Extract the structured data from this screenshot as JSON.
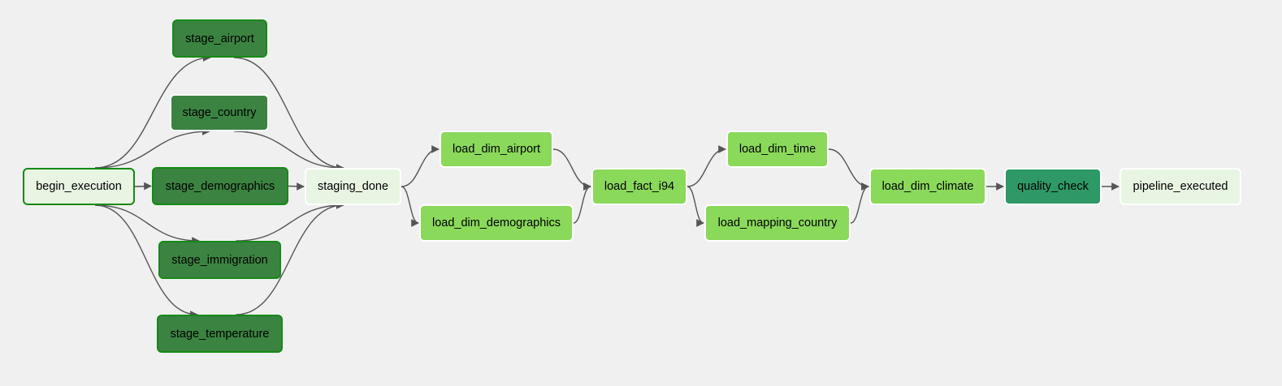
{
  "colors": {
    "background": "#f0f0f0",
    "edge": "#555555",
    "running_fill": "#e8f5e3",
    "success_fill": "#3b8341",
    "success_border": "#168a16",
    "queued_fill": "#8bd95b",
    "check_fill": "#2e9967",
    "running_border_white": "#ffffff"
  },
  "nodes": {
    "begin_execution": {
      "label": "begin_execution",
      "fill": "#e8f5e3",
      "border": "#168a16",
      "border_width": 2
    },
    "stage_airport": {
      "label": "stage_airport",
      "fill": "#3b8341",
      "border": "#168a16",
      "border_width": 2
    },
    "stage_country": {
      "label": "stage_country",
      "fill": "#3b8341",
      "border": "#ffffff",
      "border_width": 2
    },
    "stage_demographics": {
      "label": "stage_demographics",
      "fill": "#3b8341",
      "border": "#168a16",
      "border_width": 2
    },
    "stage_immigration": {
      "label": "stage_immigration",
      "fill": "#3b8341",
      "border": "#168a16",
      "border_width": 2
    },
    "stage_temperature": {
      "label": "stage_temperature",
      "fill": "#3b8341",
      "border": "#168a16",
      "border_width": 2
    },
    "staging_done": {
      "label": "staging_done",
      "fill": "#e8f5e3",
      "border": "#ffffff",
      "border_width": 2
    },
    "load_dim_airport": {
      "label": "load_dim_airport",
      "fill": "#8bd95b",
      "border": "#ffffff",
      "border_width": 2
    },
    "load_dim_demographics": {
      "label": "load_dim_demographics",
      "fill": "#8bd95b",
      "border": "#ffffff",
      "border_width": 2
    },
    "load_fact_i94": {
      "label": "load_fact_i94",
      "fill": "#8bd95b",
      "border": "#ffffff",
      "border_width": 2
    },
    "load_dim_time": {
      "label": "load_dim_time",
      "fill": "#8bd95b",
      "border": "#ffffff",
      "border_width": 2
    },
    "load_mapping_country": {
      "label": "load_mapping_country",
      "fill": "#8bd95b",
      "border": "#ffffff",
      "border_width": 2
    },
    "load_dim_climate": {
      "label": "load_dim_climate",
      "fill": "#8bd95b",
      "border": "#ffffff",
      "border_width": 2
    },
    "quality_check": {
      "label": "quality_check",
      "fill": "#2e9967",
      "border": "#ffffff",
      "border_width": 2
    },
    "pipeline_executed": {
      "label": "pipeline_executed",
      "fill": "#e8f5e3",
      "border": "#ffffff",
      "border_width": 2
    }
  },
  "edges": [
    [
      "begin_execution",
      "stage_airport"
    ],
    [
      "begin_execution",
      "stage_country"
    ],
    [
      "begin_execution",
      "stage_demographics"
    ],
    [
      "begin_execution",
      "stage_immigration"
    ],
    [
      "begin_execution",
      "stage_temperature"
    ],
    [
      "stage_airport",
      "staging_done"
    ],
    [
      "stage_country",
      "staging_done"
    ],
    [
      "stage_demographics",
      "staging_done"
    ],
    [
      "stage_immigration",
      "staging_done"
    ],
    [
      "stage_temperature",
      "staging_done"
    ],
    [
      "staging_done",
      "load_dim_airport"
    ],
    [
      "staging_done",
      "load_dim_demographics"
    ],
    [
      "load_dim_airport",
      "load_fact_i94"
    ],
    [
      "load_dim_demographics",
      "load_fact_i94"
    ],
    [
      "load_fact_i94",
      "load_dim_time"
    ],
    [
      "load_fact_i94",
      "load_mapping_country"
    ],
    [
      "load_dim_time",
      "load_dim_climate"
    ],
    [
      "load_mapping_country",
      "load_dim_climate"
    ],
    [
      "load_dim_climate",
      "quality_check"
    ],
    [
      "quality_check",
      "pipeline_executed"
    ]
  ]
}
